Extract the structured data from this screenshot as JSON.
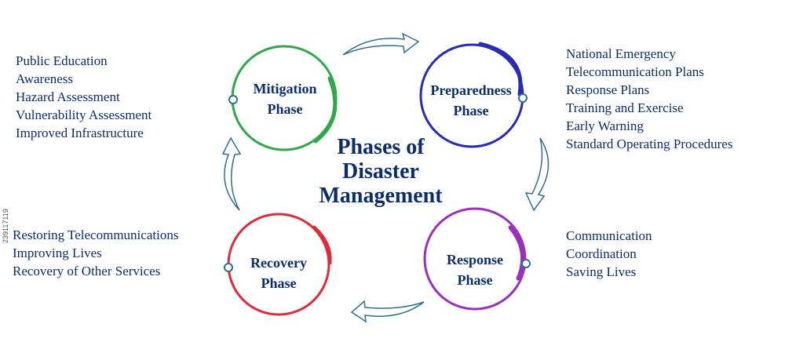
{
  "title": {
    "line1": "Phases of",
    "line2": "Disaster",
    "line3": "Management"
  },
  "phases": {
    "mitigation": {
      "line1": "Mitigation",
      "line2": "Phase",
      "color": "#2ea84a"
    },
    "preparedness": {
      "line1": "Preparedness",
      "line2": "Phase",
      "color": "#2a2ab8"
    },
    "response": {
      "line1": "Response",
      "line2": "Phase",
      "color": "#9a2fc0"
    },
    "recovery": {
      "line1": "Recovery",
      "line2": "Phase",
      "color": "#e02a3a"
    }
  },
  "lists": {
    "mitigation": [
      "Public Education",
      "Awareness",
      "Hazard Assessment",
      "Vulnerability Assessment",
      "Improved Infrastructure"
    ],
    "preparedness": [
      "National Emergency",
      "Telecommunication Plans",
      "Response Plans",
      "Training and Exercise",
      "Early Warning",
      "Standard Operating Procedures"
    ],
    "response": [
      "Communication",
      "Coordination",
      "Saving Lives"
    ],
    "recovery": [
      "Restoring Telecommunications",
      "Improving Lives",
      "Recovery of Other Services"
    ]
  },
  "colors": {
    "text": "#0b2d6b",
    "arrow": "#2f6f8f"
  },
  "stock_id": "239117119"
}
